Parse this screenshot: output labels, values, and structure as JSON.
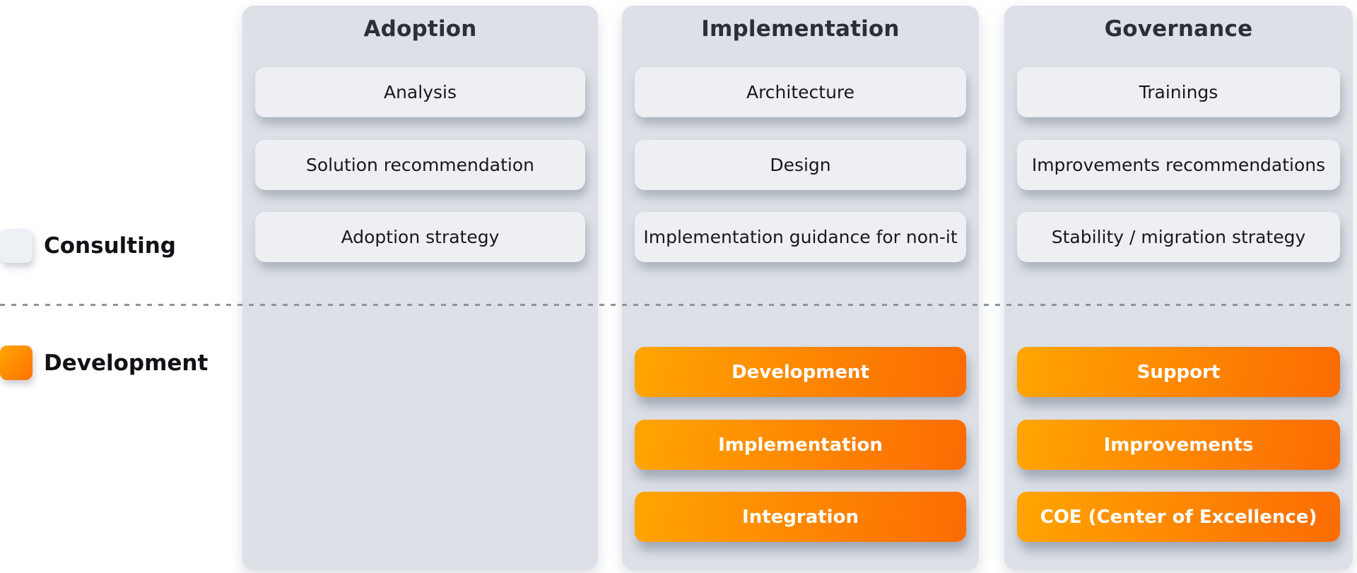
{
  "legend": {
    "consulting_label": "Consulting",
    "development_label": "Development"
  },
  "columns": [
    {
      "title": "Adoption",
      "consulting_items": [
        "Analysis",
        "Solution recommendation",
        "Adoption strategy"
      ],
      "development_items": []
    },
    {
      "title": "Implementation",
      "consulting_items": [
        "Architecture",
        "Design",
        "Implementation guidance for non-it"
      ],
      "development_items": [
        "Development",
        "Implementation",
        "Integration"
      ]
    },
    {
      "title": "Governance",
      "consulting_items": [
        "Trainings",
        "Improvements recommendations",
        "Stability / migration strategy"
      ],
      "development_items": [
        "Support",
        "Improvements",
        "COE (Center of Excellence)"
      ]
    }
  ],
  "colors": {
    "column_bg": "#dde1e7",
    "consulting_card_bg": "#edeff2",
    "orange_gradient_start": "#ffa502",
    "orange_gradient_end": "#fb6b03",
    "divider_dash": "#8e939a"
  }
}
